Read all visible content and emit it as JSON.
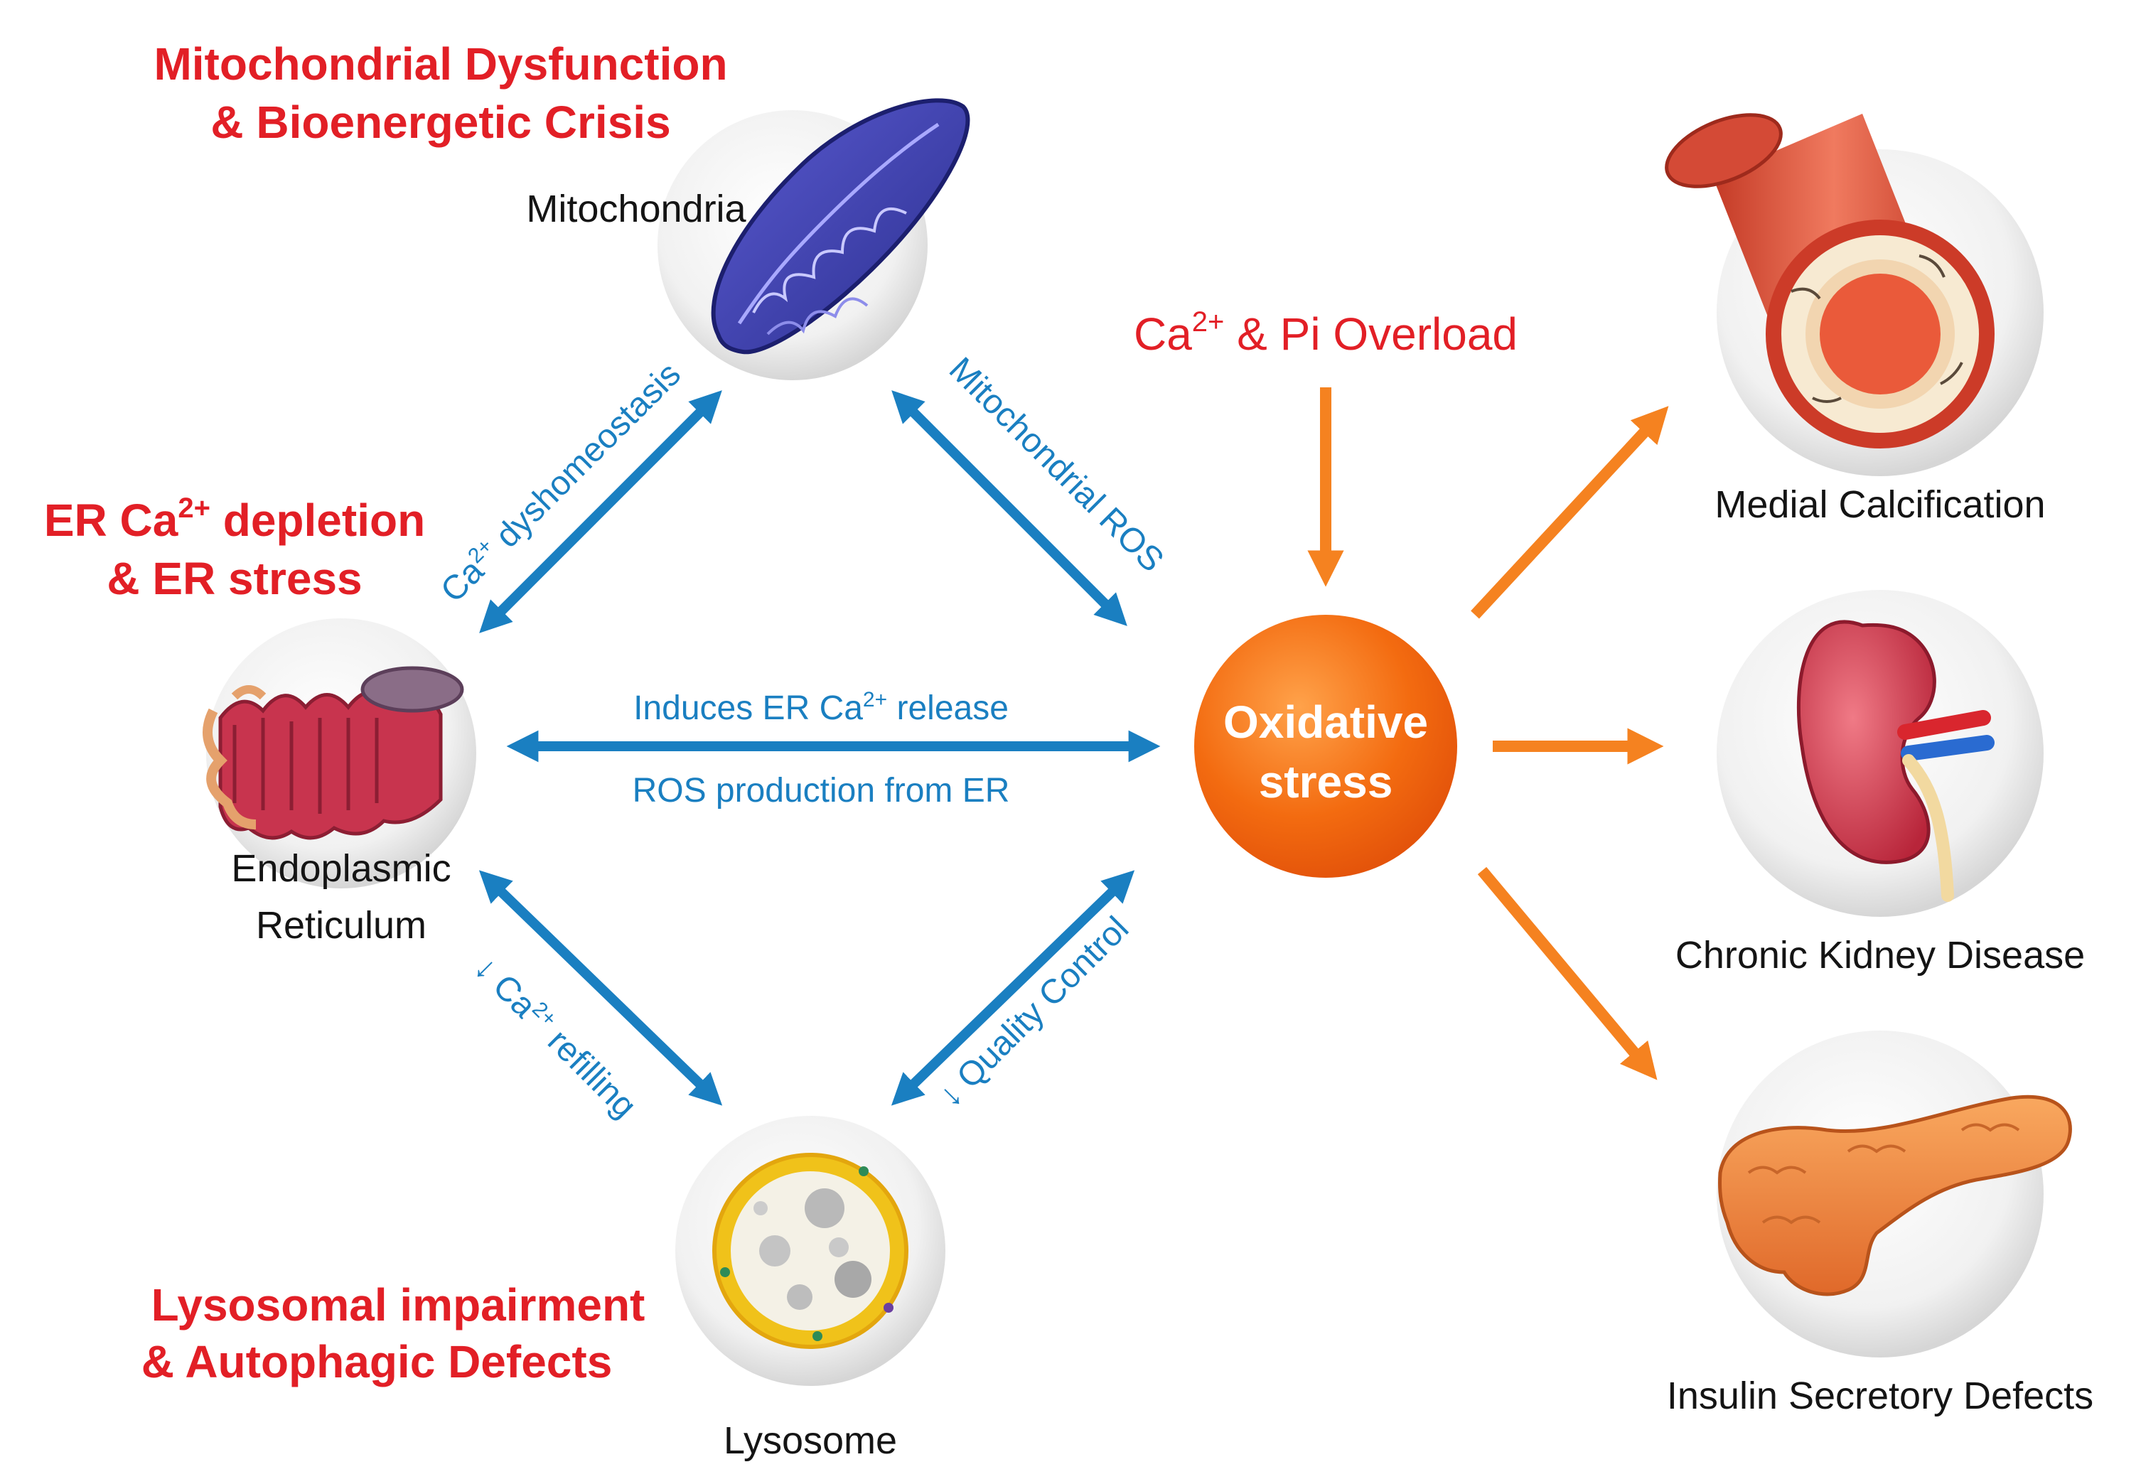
{
  "diagram": {
    "titles": {
      "mitochondria_line1": "Mitochondrial Dysfunction",
      "mitochondria_line2": "& Bioenergetic Crisis",
      "er_line1_prefix": "ER Ca",
      "er_line1_sup": "2+",
      "er_line1_suffix": " depletion",
      "er_line2": "& ER stress",
      "lysosome_line1": "Lysosomal impairment",
      "lysosome_line2": "& Autophagic Defects"
    },
    "organelles": {
      "mitochondria": "Mitochondria",
      "er_line1": "Endoplasmic",
      "er_line2": "Reticulum",
      "lysosome": "Lysosome"
    },
    "arrows": {
      "ca_dys_prefix": "Ca",
      "ca_dys_sup": "2+",
      "ca_dys_suffix": " dyshomeostasis",
      "mito_ros": "Mitochondrial ROS",
      "induces_prefix": "Induces ER Ca",
      "induces_sup": "2+",
      "induces_suffix": " release",
      "ros_er": "ROS production from ER",
      "refill_prefix": "↓ Ca",
      "refill_sup": "2+",
      "refill_suffix": " refilling",
      "quality": "↓ Quality Control"
    },
    "center": {
      "overload_prefix": "Ca",
      "overload_sup": "2+",
      "overload_suffix": " & Pi Overload",
      "stress_line1": "Oxidative",
      "stress_line2": "stress"
    },
    "outcomes": {
      "calcification": "Medial Calcification",
      "ckd": "Chronic Kidney Disease",
      "insulin": "Insulin Secretory Defects"
    },
    "colors": {
      "title_red": "#e21f26",
      "arrow_blue": "#1a7fc1",
      "arrow_orange": "#f58220",
      "stress_fill": "#f26a10"
    }
  }
}
